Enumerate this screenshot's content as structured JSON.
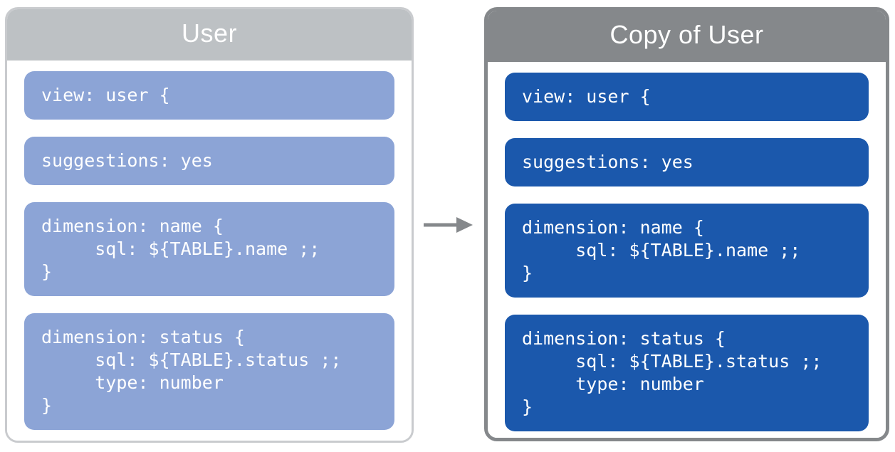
{
  "diagram": {
    "source_panel": {
      "title": "User",
      "blocks": [
        {
          "name": "view-declaration",
          "code": "view: user {"
        },
        {
          "name": "suggestions-param",
          "code": "suggestions: yes"
        },
        {
          "name": "dimension-name",
          "code": "dimension: name {\n     sql: ${TABLE}.name ;;\n}"
        },
        {
          "name": "dimension-status",
          "code": "dimension: status {\n     sql: ${TABLE}.status ;;\n     type: number\n}"
        }
      ]
    },
    "copy_panel": {
      "title": "Copy of User",
      "blocks": [
        {
          "name": "view-declaration",
          "code": "view: user {"
        },
        {
          "name": "suggestions-param",
          "code": "suggestions: yes"
        },
        {
          "name": "dimension-name",
          "code": "dimension: name {\n     sql: ${TABLE}.name ;;\n}"
        },
        {
          "name": "dimension-status",
          "code": "dimension: status {\n     sql: ${TABLE}.status ;;\n     type: number\n}"
        }
      ]
    },
    "arrow": {
      "icon": "right-arrow",
      "direction": "left-to-right"
    }
  },
  "colors": {
    "background": "#ffffff",
    "source_header": "#bdc1c4",
    "source_border": "#c9cbce",
    "source_block": "#8ca4d6",
    "copy_header": "#85888b",
    "copy_border": "#85888b",
    "copy_block": "#1b58ac",
    "arrow": "#85888b",
    "title_text": "#ffffff",
    "code_text": "#ffffff"
  }
}
